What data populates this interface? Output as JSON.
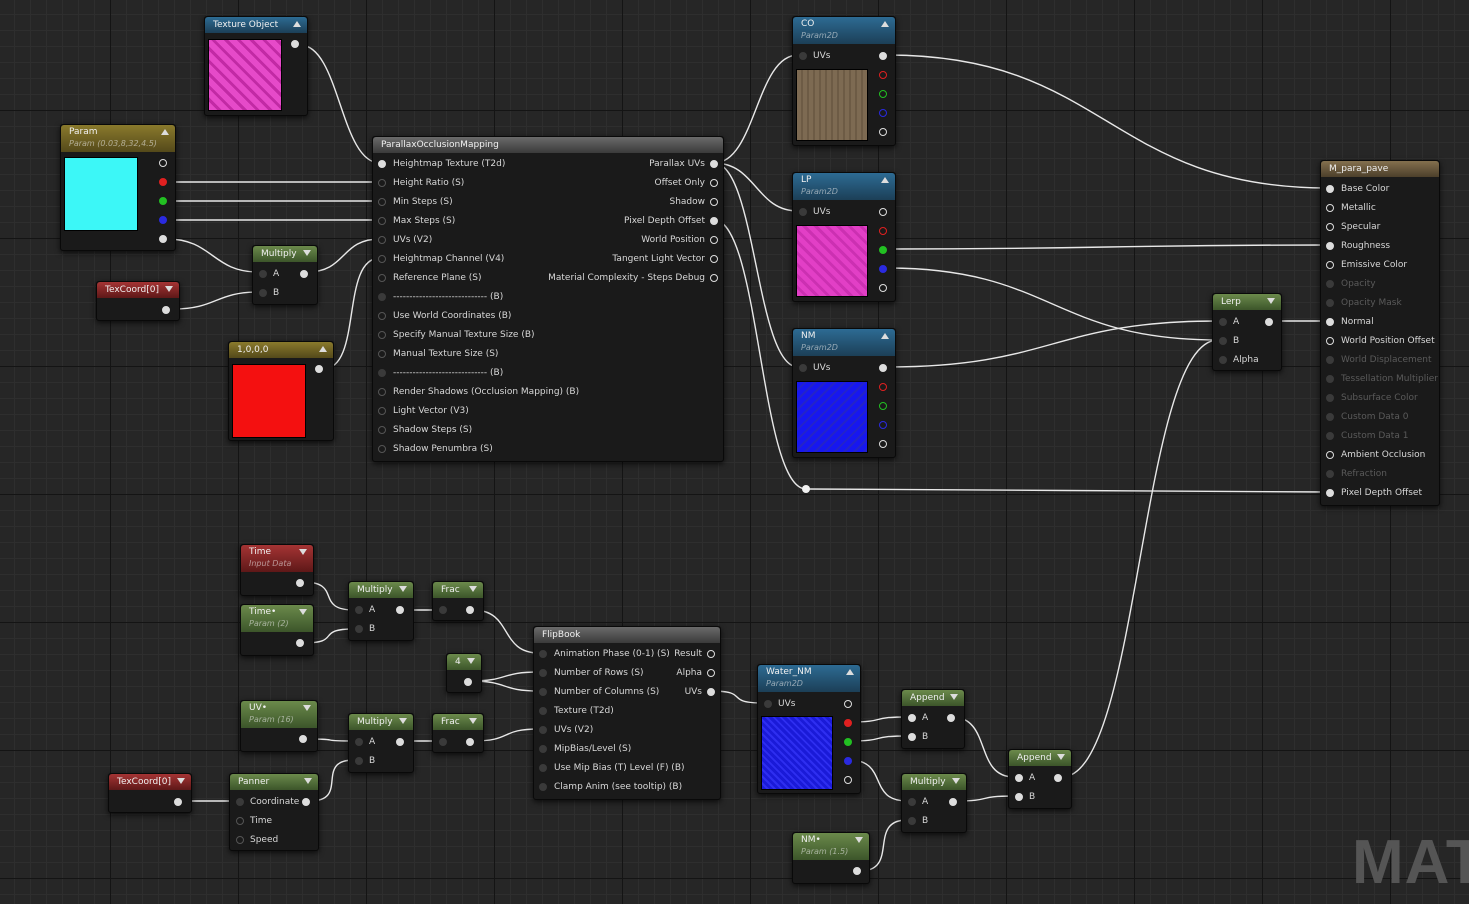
{
  "nodes": {
    "texture_object": {
      "title": "Texture Object"
    },
    "param": {
      "title": "Param",
      "subtitle": "Param (0.03,8,32,4.5)"
    },
    "multiply1": {
      "title": "Multiply",
      "pins": [
        "A",
        "B"
      ]
    },
    "texcoord1": {
      "title": "TexCoord[0]"
    },
    "const_100": {
      "title": "1,0,0,0"
    },
    "pom": {
      "title": "ParallaxOcclusionMapping",
      "inputs": [
        "Heightmap Texture (T2d)",
        "Height Ratio (S)",
        "Min Steps (S)",
        "Max Steps (S)",
        "UVs (V2)",
        "Heightmap Channel (V4)",
        "Reference Plane (S)",
        "----------------------------- (B)",
        "Use World Coordinates (B)",
        "Specify Manual Texture Size (B)",
        "Manual Texture Size (S)",
        "----------------------------- (B)",
        "Render Shadows (Occlusion Mapping) (B)",
        "Light Vector (V3)",
        "Shadow Steps (S)",
        "Shadow Penumbra (S)"
      ],
      "outputs": [
        "Parallax UVs",
        "Offset Only",
        "Shadow",
        "Pixel Depth Offset",
        "World Position",
        "Tangent Light Vector",
        "Material Complexity - Steps Debug"
      ]
    },
    "co": {
      "title": "CO",
      "subtitle": "Param2D",
      "uv": "UVs"
    },
    "lp": {
      "title": "LP",
      "subtitle": "Param2D",
      "uv": "UVs"
    },
    "nm": {
      "title": "NM",
      "subtitle": "Param2D",
      "uv": "UVs"
    },
    "lerp": {
      "title": "Lerp",
      "pins": [
        "A",
        "B",
        "Alpha"
      ]
    },
    "material": {
      "title": "M_para_pave",
      "inputs": [
        "Base Color",
        "Metallic",
        "Specular",
        "Roughness",
        "Emissive Color",
        "Opacity",
        "Opacity Mask",
        "Normal",
        "World Position Offset",
        "World Displacement",
        "Tessellation Multiplier",
        "Subsurface Color",
        "Custom Data 0",
        "Custom Data 1",
        "Ambient Occlusion",
        "Refraction",
        "Pixel Depth Offset"
      ]
    },
    "time": {
      "title": "Time",
      "subtitle": "Input Data"
    },
    "time_param": {
      "title": "Time•",
      "subtitle": "Param (2)"
    },
    "multiply2": {
      "title": "Multiply",
      "pins": [
        "A",
        "B"
      ]
    },
    "frac1": {
      "title": "Frac"
    },
    "const_4": {
      "title": "4"
    },
    "flipbook": {
      "title": "FlipBook",
      "inputs": [
        "Animation Phase (0-1) (S)",
        "Number of Rows (S)",
        "Number of Columns (S)",
        "Texture (T2d)",
        "UVs (V2)",
        "MipBias/Level (S)",
        "Use Mip Bias (T) Level (F) (B)",
        "Clamp Anim (see tooltip) (B)"
      ],
      "outputs": [
        "Result",
        "Alpha",
        "UVs"
      ]
    },
    "uv_param": {
      "title": "UV•",
      "subtitle": "Param (16)"
    },
    "multiply3": {
      "title": "Multiply",
      "pins": [
        "A",
        "B"
      ]
    },
    "frac2": {
      "title": "Frac"
    },
    "texcoord2": {
      "title": "TexCoord[0]"
    },
    "panner": {
      "title": "Panner",
      "pins": [
        "Coordinate",
        "Time",
        "Speed"
      ]
    },
    "water_nm": {
      "title": "Water_NM",
      "subtitle": "Param2D",
      "uv": "UVs"
    },
    "append1": {
      "title": "Append",
      "pins": [
        "A",
        "B"
      ]
    },
    "multiply4": {
      "title": "Multiply",
      "pins": [
        "A",
        "B"
      ]
    },
    "append2": {
      "title": "Append",
      "pins": [
        "A",
        "B"
      ]
    },
    "nm_param": {
      "title": "NM•",
      "subtitle": "Param (1.5)"
    }
  },
  "watermark": "MAT",
  "colors": {
    "background": "#262626",
    "swatch_cyan": "#3cf7f7",
    "swatch_red": "#f41010",
    "swatch_pink": "#e23fc6",
    "swatch_brown": "#7d6a52",
    "swatch_blue": "#1717f0",
    "swatch_water": "#1a1ad8"
  }
}
